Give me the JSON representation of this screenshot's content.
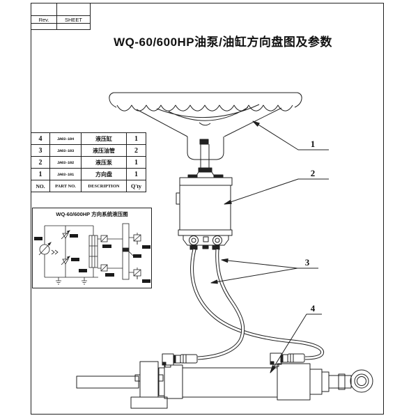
{
  "sheet": {
    "title": "WQ-60/600HP油泵/油缸方向盘图及参数",
    "rev_label": "Rev.",
    "sheet_label": "SHEET"
  },
  "parts_table": {
    "headers": {
      "no": "NO.",
      "part_no": "PART NO.",
      "description": "DESCRIPTION",
      "qty": "Q'ty"
    },
    "rows": [
      {
        "no": "4",
        "part_no": "JA03-104",
        "description": "液压缸",
        "qty": "1"
      },
      {
        "no": "3",
        "part_no": "JA03-103",
        "description": "液压油管",
        "qty": "2"
      },
      {
        "no": "2",
        "part_no": "JA03-102",
        "description": "液压泵",
        "qty": "1"
      },
      {
        "no": "1",
        "part_no": "JA03-101",
        "description": "方向盘",
        "qty": "1"
      }
    ]
  },
  "schematic": {
    "title": "WQ-60/600HP 方向系统液压图"
  },
  "callouts": {
    "c1": "1",
    "c2": "2",
    "c3": "3",
    "c4": "4"
  },
  "colors": {
    "line": "#1f1f1f",
    "background": "#ffffff"
  }
}
